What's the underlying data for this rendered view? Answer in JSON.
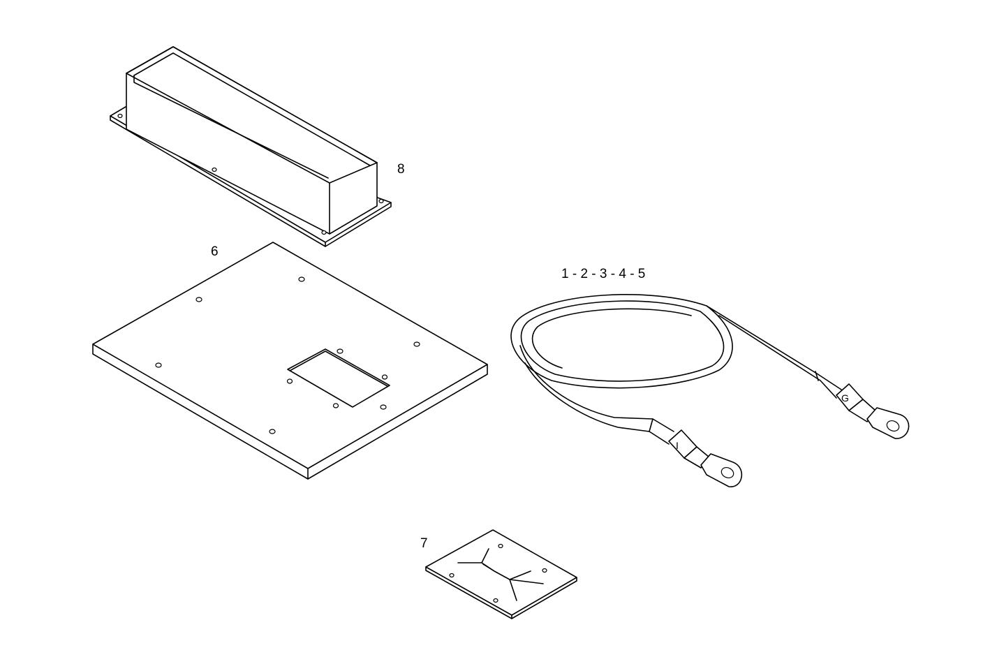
{
  "callouts": {
    "tray": "8",
    "base_plate": "6",
    "cables": "1 - 2 - 3 - 4 - 5",
    "small_plate": "7"
  },
  "cable_markers": {
    "left": "I",
    "right": "G"
  },
  "colors": {
    "background": "#ffffff",
    "ink": "#000000"
  }
}
